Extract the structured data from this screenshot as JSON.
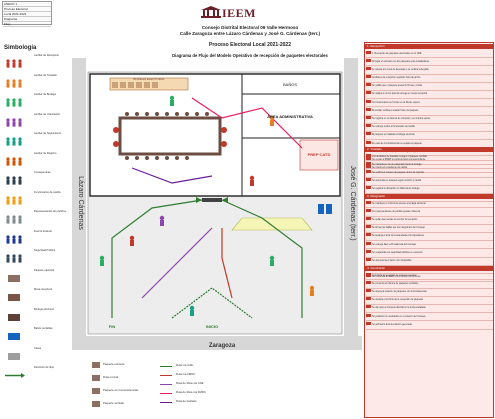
{
  "header_box": [
    "ANEXO 1",
    "Proceso Electoral",
    "Local 2021-2022",
    "Diagrama",
    "Flujo"
  ],
  "logo": {
    "text": "IEEM",
    "color": "#6b1f27"
  },
  "titles": {
    "line1": "Consejo Distrital Electoral 09 Valle Hermoso",
    "line2": "Calle Zaragoza entre Lázaro Cárdenas y José G. Cárdenas (terr.)",
    "line3": "Proceso Electoral Local 2021-2022",
    "line4": "Diagrama de Flujo del Modelo Operativo de recepción de paquetes electorales"
  },
  "simbologia": {
    "title": "Simbología",
    "items": [
      {
        "label": "Auxiliar de Recepción",
        "icon": "person-icon",
        "color": "#c0392b"
      },
      {
        "label": "Auxiliar de Traslado",
        "icon": "person-icon",
        "color": "#e67e22"
      },
      {
        "label": "Auxiliar de Bodega",
        "icon": "person-icon",
        "color": "#27ae60"
      },
      {
        "label": "Auxiliar de Orientación",
        "icon": "person-icon",
        "color": "#8e44ad"
      },
      {
        "label": "Auxiliar de Seguimiento",
        "icon": "person-icon",
        "color": "#16a085"
      },
      {
        "label": "Auxiliar de Registro",
        "icon": "person-icon",
        "color": "#d35400"
      },
      {
        "label": "Consejeros/as",
        "icon": "person-icon",
        "color": "#2c3e50"
      },
      {
        "label": "Funcionarios de casilla",
        "icon": "person-icon",
        "color": "#f39c12"
      },
      {
        "label": "Representantes de partidos",
        "icon": "person-icon",
        "color": "#7f8c8d"
      },
      {
        "label": "Fuerza Federal",
        "icon": "person-icon",
        "color": "#1f3a93"
      },
      {
        "label": "Seguridad Pública",
        "icon": "person-icon",
        "color": "#34495e"
      },
      {
        "label": "Paquete electoral",
        "icon": "box-icon",
        "color": "#8d6e63"
      },
      {
        "label": "Mesa receptora",
        "icon": "table-icon",
        "color": "#795548"
      },
      {
        "label": "Bodega electoral",
        "icon": "warehouse-icon",
        "color": "#5d4037"
      },
      {
        "label": "Baños portátiles",
        "icon": "toilet-icon",
        "color": "#1565c0"
      },
      {
        "label": "Carpa",
        "icon": "tent-icon",
        "color": "#9e9e9e"
      },
      {
        "label": "Dirección de flujo",
        "icon": "arrow-icon",
        "color": "#2e7d32"
      }
    ]
  },
  "map": {
    "street_left": "Lázaro Cárdenas",
    "street_right": "José G. Cárdenas (terr.)",
    "street_bottom": "Zaragoza",
    "rooms": {
      "bodega": "BODEGA ELECTORAL",
      "banos": "BAÑOS",
      "area_admin": "ÁREA ADMINISTRATIVA",
      "prep": "PREP CATD"
    },
    "labels": {
      "inicio": "INICIO",
      "fin": "FIN"
    }
  },
  "bottom_legend": {
    "col1": [
      "Paquete entrante",
      "Ruta normal",
      "Paquete con inconsistencias",
      "Paquete recibido"
    ],
    "col2": [
      "Ruta vía CAE",
      "Ruta vía FMDC",
      "Ruta de Ruta vía CAE",
      "Ruta de Ruta vía FMDC",
      "Ruta de traslado"
    ]
  },
  "panel": {
    "sections": [
      {
        "title": "1. Recepción",
        "steps": [
          "1. Recepción de paquetes electorales en el CDE",
          "Al llegar el vehículo con los paquetes a las instalaciones",
          "se orienta a la zona de descarga y se verifica la llegada",
          "Auxiliares de recepción registran hora de arribo",
          "Se valida que el paquete presente firmas y cintas",
          "Se asigna un turno para la entrega en mesa receptora",
          "Los funcionarios se forman en la fila de espera",
          "El auxiliar verifica el estado físico del paquete",
          "Se registra en el sistema de cómputo y se imprime acuse",
          "Se entrega recibo al funcionario de casilla",
          "El paquete se traslada a bodega electoral",
          "En caso de inconsistencias se separa el paquete",
          "Se informa al Consejo para su resguardo y atención",
          "Se remite al PREP la copia del acta correspondiente",
          "Se integra el expediente de casilla"
        ]
      },
      {
        "title": "2. Traslado",
        "steps": [
          "Los auxiliares de traslado recogen el paquete recibido",
          "Se traslada por la ruta asignada hacia la bodega",
          "Se verifica el número de paquete antes de ingresar",
          "Se acomoda en anaquel según sección y casilla",
          "Se registra la ubicación en bitácora de bodega",
          "Se reporta al Consejo el avance de la recepción"
        ]
      },
      {
        "title": "3. Resguardo",
        "steps": [
          "Se mantiene el control de acceso a bodega electoral",
          "Los representantes de partido pueden observar",
          "Se sellan las puertas al concluir la recepción",
          "Se firman las fajillas por los integrantes del Consejo",
          "Se levanta el acta circunstanciada correspondiente",
          "Se entrega llave a Presidencia del Consejo",
          "Se resguarda con seguridad pública en el exterior",
          "Se documenta el cierre con fotografías",
          "Se elabora informe de la jornada de recepción",
          "Se comunica al IEEM la conclusión del proceso"
        ]
      },
      {
        "title": "4. Conclusión",
        "steps": [
          "Concluida la recepción se convoca a sesión",
          "Se presenta el informe de paquetes recibidos",
          "Se anexa la relación de paquetes con inconsistencias",
          "Se declara el término de la recepción de paquetes",
          "Se da inicio al cómputo distrital en la fecha señalada",
          "Se publican los resultados en el exterior del Consejo",
          "Se archiva la documentación generada"
        ]
      }
    ]
  }
}
